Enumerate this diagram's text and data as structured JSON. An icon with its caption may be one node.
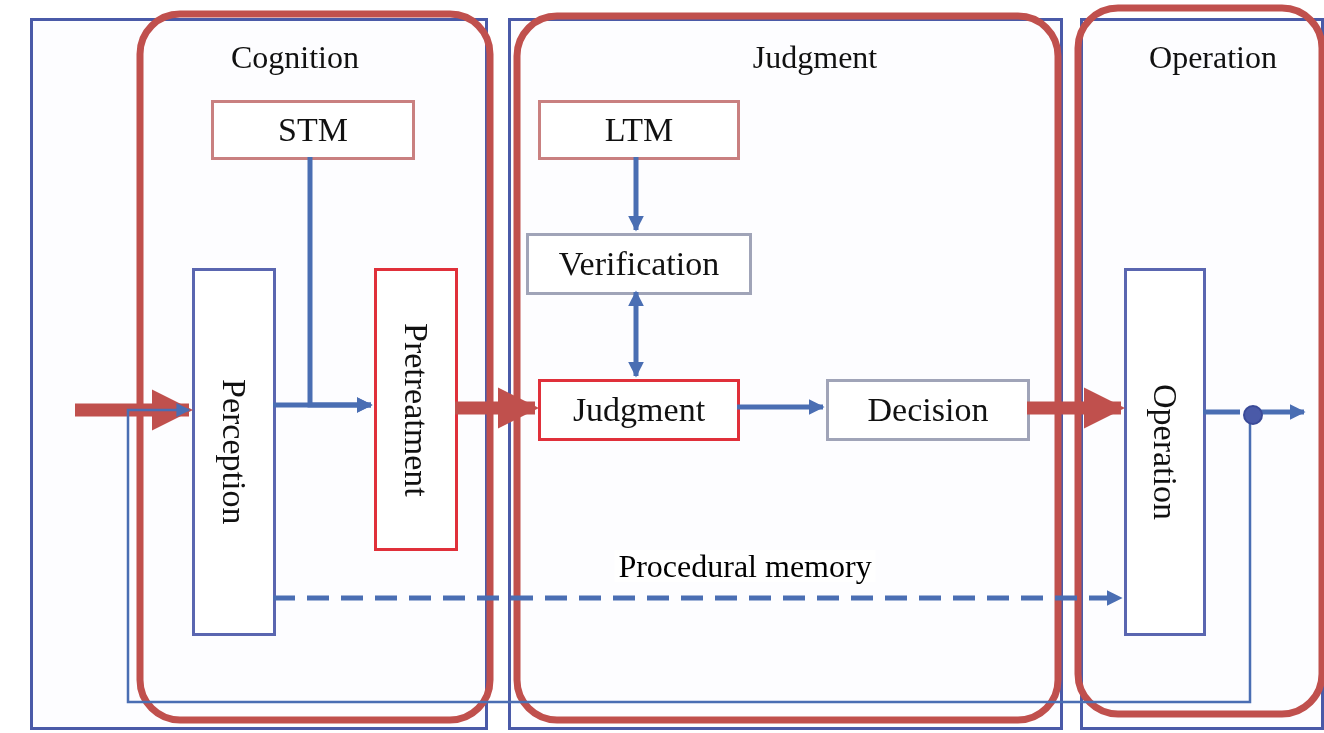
{
  "diagram": {
    "nodes": [
      {
        "text": [
          "Cognition"
        ]
      },
      {
        "text": [
          "Judgment"
        ]
      },
      {
        "text": [
          "Operation"
        ]
      },
      {
        "text": [
          "STM"
        ],
        "in": 0
      },
      {
        "text": [
          "Perception"
        ],
        "in": 0
      },
      {
        "text": [
          "Pretreatment"
        ],
        "in": 0
      },
      {
        "text": [
          "LTM"
        ],
        "in": 1
      },
      {
        "text": [
          "Verification"
        ],
        "in": 1
      },
      {
        "text": [
          "Judgment"
        ],
        "in": 1
      },
      {
        "text": [
          "Decision"
        ],
        "in": 1
      },
      {
        "text": [
          "Operation"
        ],
        "in": 2
      },
      {
        "text": [],
        "shape": "circle",
        "in": 2
      }
    ],
    "edges": [
      {
        "from": null,
        "to": 4,
        "arrow": "to",
        "style": "thick",
        "color": "#c0504d"
      },
      {
        "from": 3,
        "to": 5,
        "arrow": "to"
      },
      {
        "from": 4,
        "to": 5,
        "arrow": "to"
      },
      {
        "from": 5,
        "to": 8,
        "arrow": "to",
        "style": "thick",
        "color": "#c0504d"
      },
      {
        "from": 6,
        "to": 7,
        "arrow": "to"
      },
      {
        "from": 7,
        "to": 8,
        "arrow": "both"
      },
      {
        "from": 8,
        "to": 9,
        "arrow": "to"
      },
      {
        "from": 9,
        "to": 10,
        "arrow": "to",
        "style": "thick",
        "color": "#c0504d"
      },
      {
        "from": 4,
        "to": 10,
        "arrow": "to",
        "style": "dashed",
        "label": "Procedural memory"
      },
      {
        "from": 10,
        "to": 11,
        "arrow": "none"
      },
      {
        "from": 11,
        "to": null,
        "arrow": "to"
      },
      {
        "from": 11,
        "to": 4,
        "arrow": "to"
      }
    ]
  }
}
